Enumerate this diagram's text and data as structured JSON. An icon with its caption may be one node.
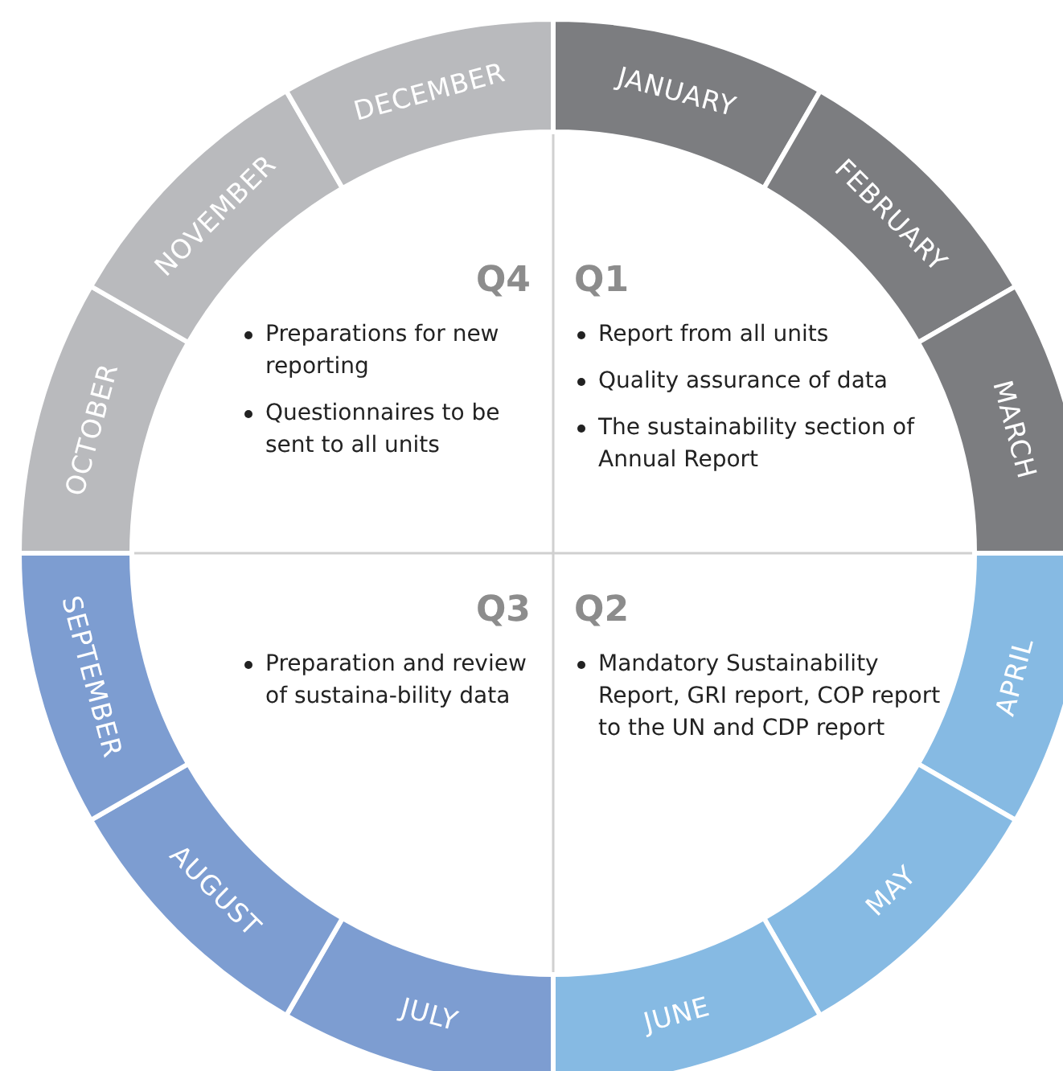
{
  "diagram": {
    "nodes": [
      {
        "text": [
          "JANUARY"
        ]
      },
      {
        "text": [
          "FEBRUARY"
        ]
      },
      {
        "text": [
          "MARCH"
        ]
      },
      {
        "text": [
          "APRIL"
        ]
      },
      {
        "text": [
          "MAY"
        ]
      },
      {
        "text": [
          "JUNE"
        ]
      },
      {
        "text": [
          "JULY"
        ]
      },
      {
        "text": [
          "AUGUST"
        ]
      },
      {
        "text": [
          "SEPTEMBER"
        ]
      },
      {
        "text": [
          "OCTOBER"
        ]
      },
      {
        "text": [
          "NOVEMBER"
        ]
      },
      {
        "text": [
          "DECEMBER"
        ]
      },
      {
        "text": [
          "Q4",
          "Preparations for new reporting",
          "Questionnaires to be sent to all units"
        ]
      },
      {
        "text": [
          "Q1",
          "Report from all units",
          "Quality assurance of data",
          "The sustainability section of Annual Report"
        ]
      },
      {
        "text": [
          "Q3",
          "Preparation and review of sustaina-bility data"
        ]
      },
      {
        "text": [
          "Q2",
          "Mandatory Sustainability Report, GRI report, COP report to the UN and CDP report"
        ]
      }
    ]
  }
}
